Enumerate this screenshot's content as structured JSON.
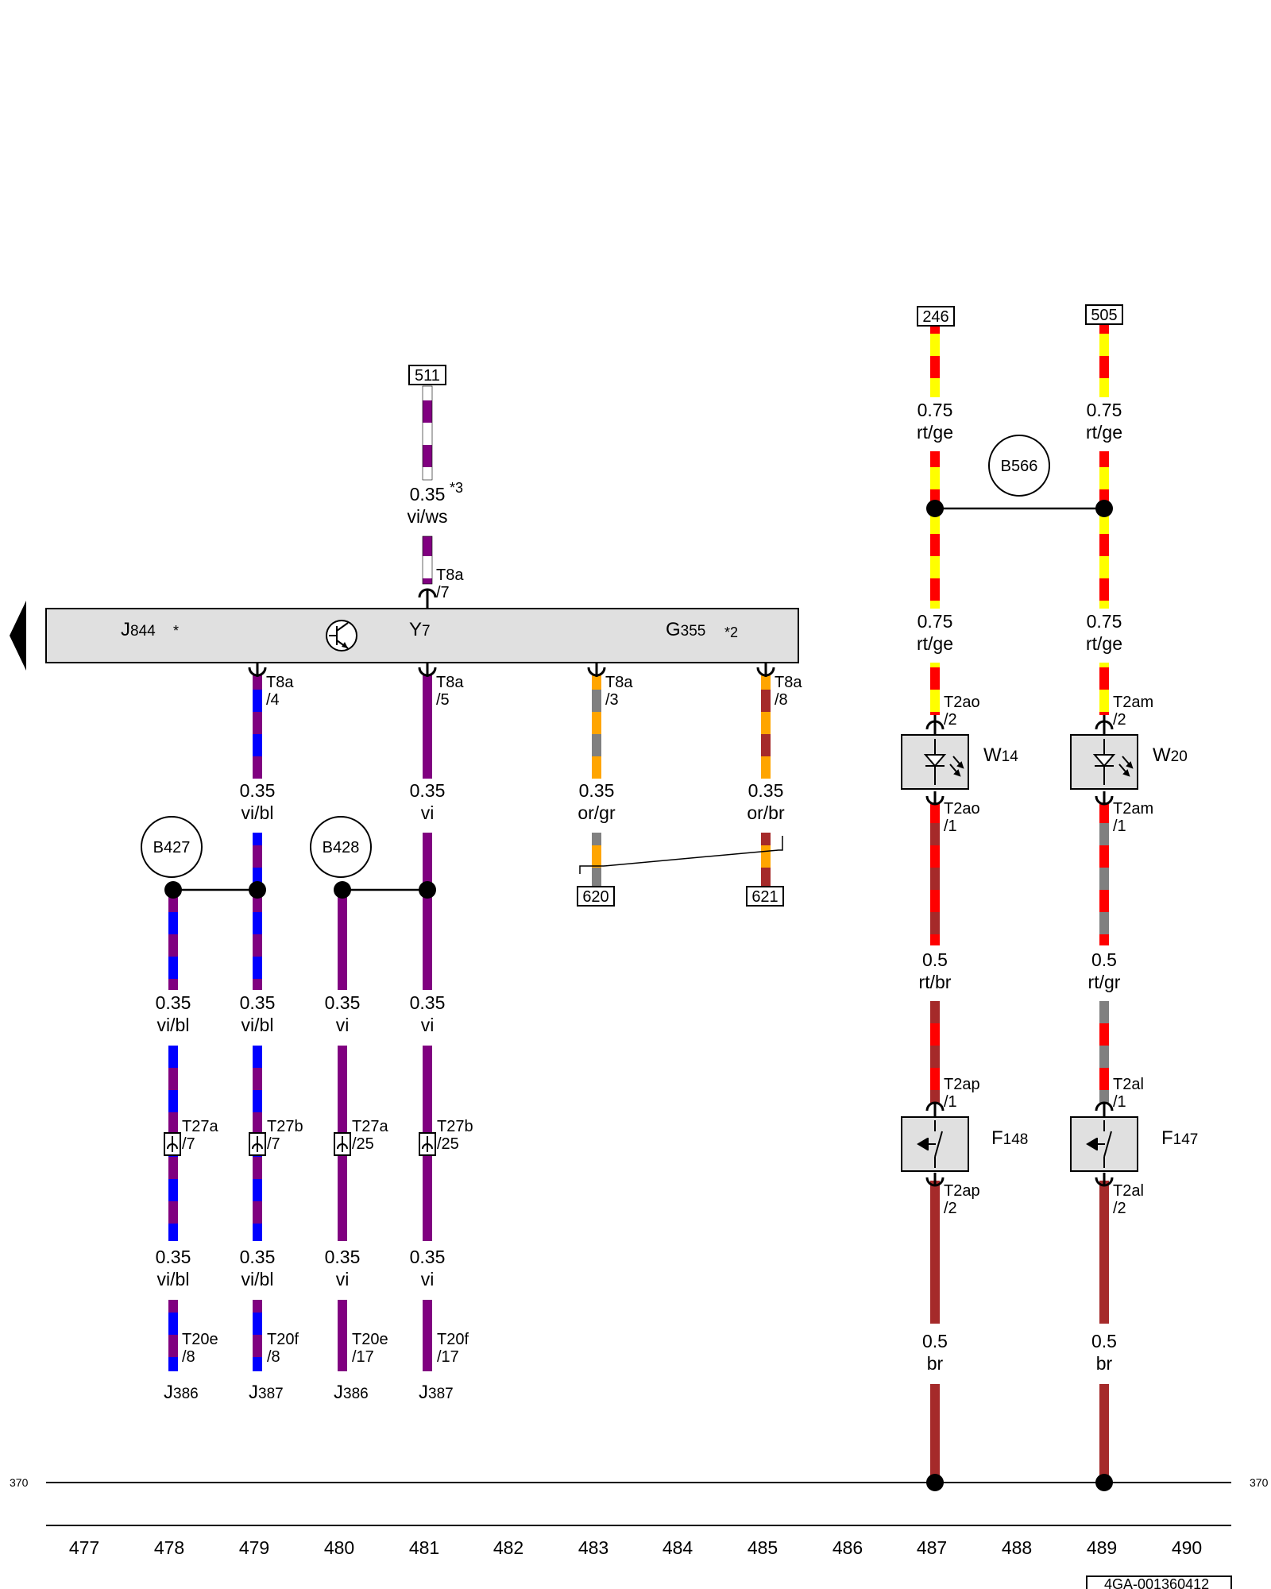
{
  "colors": {
    "vi": "#800080",
    "bl": "#0000ff",
    "rt": "#ff0000",
    "ge": "#ffff00",
    "ws": "#ffffff",
    "or": "#ffa500",
    "gr": "#808080",
    "br": "#a52a2a",
    "component_fill": "#e0e0e0"
  },
  "main_module": {
    "name": "J",
    "sub": "844",
    "asterisk": "*"
  },
  "y7": {
    "name": "Y",
    "sub": "7"
  },
  "g355": {
    "name": "G",
    "sub": "355",
    "note": "*2"
  },
  "refs": {
    "r511": "511",
    "r246": "246",
    "r505": "505",
    "r620": "620",
    "r621": "621"
  },
  "b566": "B566",
  "b427": "B427",
  "b428": "B428",
  "top_wire": {
    "gauge": "0.35",
    "color": "vi/ws",
    "note": "*3",
    "pin_name": "T8a",
    "pin_no": "/7"
  },
  "pins": {
    "t8a4": {
      "name": "T8a",
      "no": "/4"
    },
    "t8a5": {
      "name": "T8a",
      "no": "/5"
    },
    "t8a3": {
      "name": "T8a",
      "no": "/3"
    },
    "t8a8": {
      "name": "T8a",
      "no": "/8"
    },
    "t2ao2": {
      "name": "T2ao",
      "no": "/2"
    },
    "t2ao1": {
      "name": "T2ao",
      "no": "/1"
    },
    "t2am2": {
      "name": "T2am",
      "no": "/2"
    },
    "t2am1": {
      "name": "T2am",
      "no": "/1"
    },
    "t2ap1": {
      "name": "T2ap",
      "no": "/1"
    },
    "t2ap2": {
      "name": "T2ap",
      "no": "/2"
    },
    "t2al1": {
      "name": "T2al",
      "no": "/1"
    },
    "t2al2": {
      "name": "T2al",
      "no": "/2"
    },
    "t27a7": {
      "name": "T27a",
      "no": "/7"
    },
    "t27b7": {
      "name": "T27b",
      "no": "/7"
    },
    "t27a25": {
      "name": "T27a",
      "no": "/25"
    },
    "t27b25": {
      "name": "T27b",
      "no": "/25"
    },
    "t20e8": {
      "name": "T20e",
      "no": "/8"
    },
    "t20f8": {
      "name": "T20f",
      "no": "/8"
    },
    "t20e17": {
      "name": "T20e",
      "no": "/17"
    },
    "t20f17": {
      "name": "T20f",
      "no": "/17"
    }
  },
  "wires": {
    "w479a": {
      "gauge": "0.35",
      "color": "vi/bl"
    },
    "w481a": {
      "gauge": "0.35",
      "color": "vi"
    },
    "w483a": {
      "gauge": "0.35",
      "color": "or/gr"
    },
    "w485a": {
      "gauge": "0.35",
      "color": "or/br"
    },
    "w478b": {
      "gauge": "0.35",
      "color": "vi/bl"
    },
    "w479b": {
      "gauge": "0.35",
      "color": "vi/bl"
    },
    "w480b": {
      "gauge": "0.35",
      "color": "vi"
    },
    "w481b": {
      "gauge": "0.35",
      "color": "vi"
    },
    "w478c": {
      "gauge": "0.35",
      "color": "vi/bl"
    },
    "w479c": {
      "gauge": "0.35",
      "color": "vi/bl"
    },
    "w480c": {
      "gauge": "0.35",
      "color": "vi"
    },
    "w481c": {
      "gauge": "0.35",
      "color": "vi"
    },
    "w487a": {
      "gauge": "0.75",
      "color": "rt/ge"
    },
    "w489a": {
      "gauge": "0.75",
      "color": "rt/ge"
    },
    "w487b": {
      "gauge": "0.75",
      "color": "rt/ge"
    },
    "w489b": {
      "gauge": "0.75",
      "color": "rt/ge"
    },
    "w487c": {
      "gauge": "0.5",
      "color": "rt/br"
    },
    "w489c": {
      "gauge": "0.5",
      "color": "rt/gr"
    },
    "w487d": {
      "gauge": "0.5",
      "color": "br"
    },
    "w489d": {
      "gauge": "0.5",
      "color": "br"
    }
  },
  "bottom_components": {
    "j386a": {
      "name": "J",
      "sub": "386"
    },
    "j387a": {
      "name": "J",
      "sub": "387"
    },
    "j386b": {
      "name": "J",
      "sub": "386"
    },
    "j387b": {
      "name": "J",
      "sub": "387"
    }
  },
  "w14": {
    "name": "W",
    "sub": "14"
  },
  "w20": {
    "name": "W",
    "sub": "20"
  },
  "f148": {
    "name": "F",
    "sub": "148"
  },
  "f147": {
    "name": "F",
    "sub": "147"
  },
  "ground_label_left": "370",
  "ground_label_right": "370",
  "columns": [
    "477",
    "478",
    "479",
    "480",
    "481",
    "482",
    "483",
    "484",
    "485",
    "486",
    "487",
    "488",
    "489",
    "490"
  ],
  "doc_id": "4GA-001360412"
}
